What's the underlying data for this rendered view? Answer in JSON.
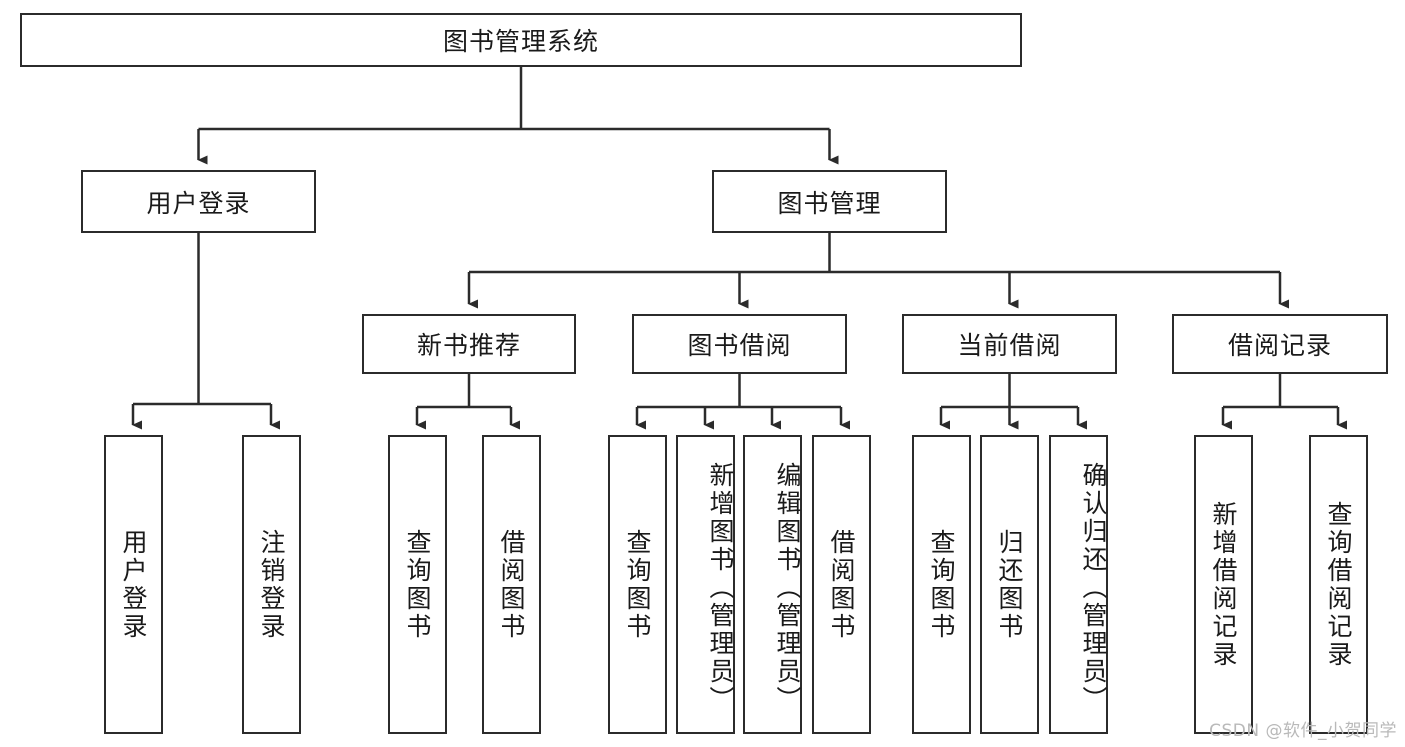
{
  "diagram": {
    "title": "图书管理系统",
    "type": "tree",
    "watermark": "CSDN @软件_小贺同学",
    "colors": {
      "border": "#2b2b2b",
      "background": "#ffffff",
      "text": "#1a1a1a",
      "watermark": "#b9b9b9"
    },
    "nodes": {
      "root": {
        "label": "图书管理系统",
        "level": 1
      },
      "l2": [
        {
          "label": "用户登录",
          "level": 2
        },
        {
          "label": "图书管理",
          "level": 2
        }
      ],
      "l3": [
        {
          "label": "新书推荐",
          "level": 3
        },
        {
          "label": "图书借阅",
          "level": 3
        },
        {
          "label": "当前借阅",
          "level": 3
        },
        {
          "label": "借阅记录",
          "level": 3
        }
      ],
      "leaves": [
        {
          "label": "用户登录",
          "parent": "用户登录",
          "level": 4
        },
        {
          "label": "注销登录",
          "parent": "用户登录",
          "level": 4
        },
        {
          "label": "查询图书",
          "parent": "新书推荐",
          "level": 4
        },
        {
          "label": "借阅图书",
          "parent": "新书推荐",
          "level": 4
        },
        {
          "label": "查询图书",
          "parent": "图书借阅",
          "level": 4
        },
        {
          "label": "新增图书（管理员）",
          "parent": "图书借阅",
          "level": 4
        },
        {
          "label": "编辑图书（管理员）",
          "parent": "图书借阅",
          "level": 4
        },
        {
          "label": "借阅图书",
          "parent": "图书借阅",
          "level": 4
        },
        {
          "label": "查询图书",
          "parent": "当前借阅",
          "level": 4
        },
        {
          "label": "归还图书",
          "parent": "当前借阅",
          "level": 4
        },
        {
          "label": "确认归还（管理员）",
          "parent": "当前借阅",
          "level": 4
        },
        {
          "label": "新增借阅记录",
          "parent": "借阅记录",
          "level": 4
        },
        {
          "label": "查询借阅记录",
          "parent": "借阅记录",
          "level": 4
        }
      ]
    }
  }
}
